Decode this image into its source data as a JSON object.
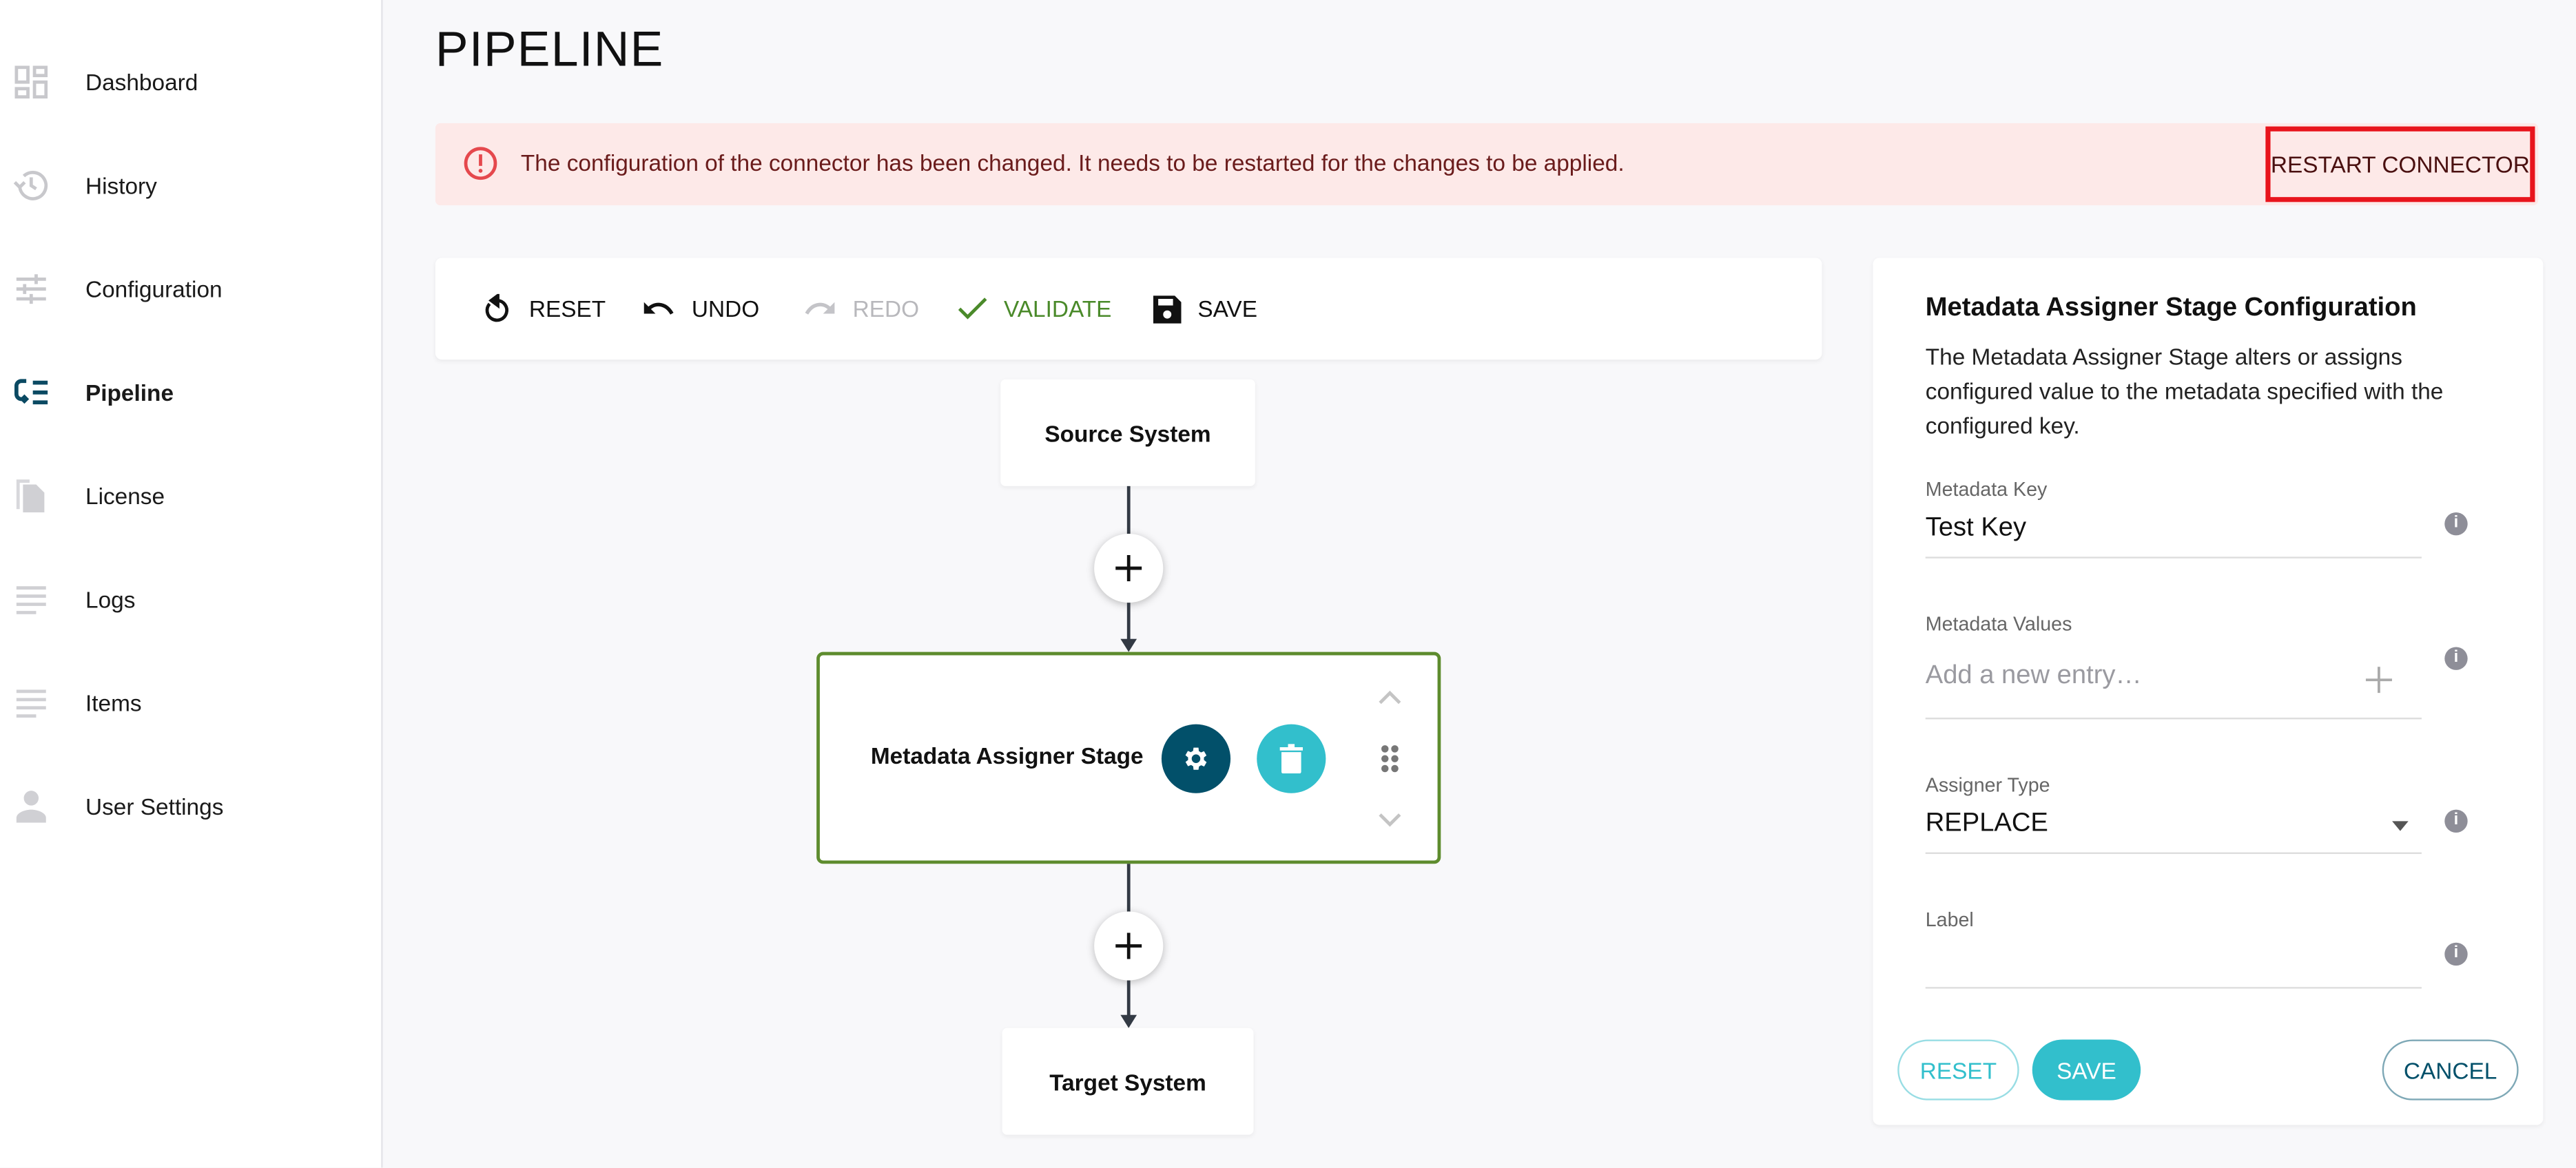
{
  "sidebar": {
    "items": [
      {
        "label": "Dashboard",
        "icon": "dashboard-icon"
      },
      {
        "label": "History",
        "icon": "history-icon"
      },
      {
        "label": "Configuration",
        "icon": "sliders-icon"
      },
      {
        "label": "Pipeline",
        "icon": "pipeline-icon",
        "active": true
      },
      {
        "label": "License",
        "icon": "file-icon"
      },
      {
        "label": "Logs",
        "icon": "lines-icon"
      },
      {
        "label": "Items",
        "icon": "lines-icon"
      },
      {
        "label": "User Settings",
        "icon": "user-icon"
      }
    ]
  },
  "page": {
    "title": "PIPELINE"
  },
  "alert": {
    "message": "The configuration of the connector has been changed. It needs to be restarted for the changes to be applied.",
    "action": "RESTART CONNECTOR",
    "color": "#e8141c"
  },
  "toolbar": {
    "reset": "RESET",
    "undo": "UNDO",
    "redo": "REDO",
    "validate": "VALIDATE",
    "save": "SAVE"
  },
  "pipeline": {
    "source": "Source System",
    "stage": "Metadata Assigner Stage",
    "target": "Target System",
    "stage_border_color": "#5e8c2e"
  },
  "panel": {
    "title": "Metadata Assigner Stage Configuration",
    "description": "The Metadata Assigner Stage alters or assigns configured value to the metadata specified with the configured key.",
    "fields": {
      "key": {
        "label": "Metadata Key",
        "value": "Test Key"
      },
      "values": {
        "label": "Metadata Values",
        "placeholder": "Add a new entry…"
      },
      "type": {
        "label": "Assigner Type",
        "value": "REPLACE"
      },
      "label": {
        "label": "Label",
        "value": ""
      }
    },
    "reset": "RESET",
    "save": "SAVE",
    "cancel": "CANCEL"
  },
  "colors": {
    "accent": "#32bfcc",
    "dark": "#02506a",
    "green": "#4a8a2a"
  }
}
